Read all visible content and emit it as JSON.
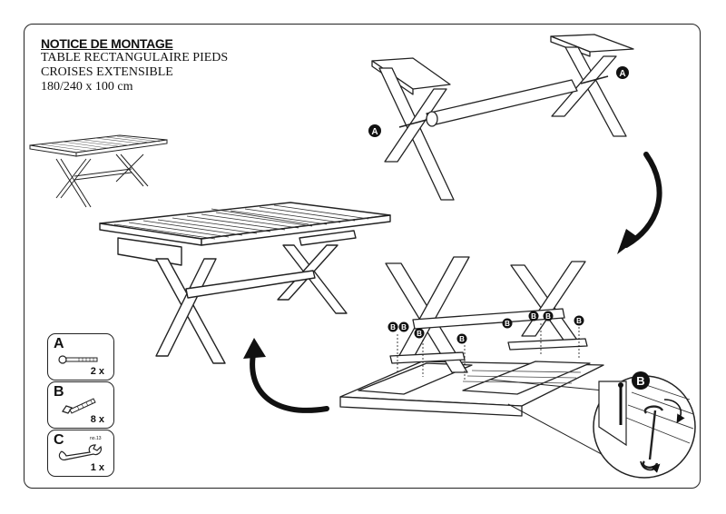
{
  "header": {
    "title": "NOTICE DE MONTAGE",
    "line1": "TABLE RECTANGULAIRE PIEDS",
    "line2": "CROISES EXTENSIBLE",
    "line3": "180/240 x 100 cm"
  },
  "labels": {
    "a": "A",
    "b": "B"
  },
  "parts": [
    {
      "letter": "A",
      "qty": "2 x",
      "icon": "bolt-icon"
    },
    {
      "letter": "B",
      "qty": "8 x",
      "icon": "screw-icon"
    },
    {
      "letter": "C",
      "qty": "1 x",
      "icon": "wrench-icon",
      "note": "no.13"
    }
  ]
}
